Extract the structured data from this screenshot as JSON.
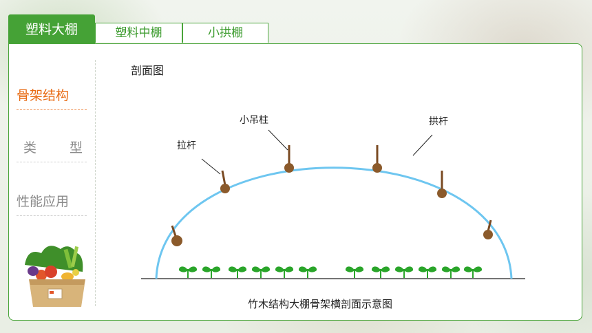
{
  "tabs": [
    {
      "label": "塑料大棚",
      "active": true
    },
    {
      "label": "塑料中棚",
      "active": false
    },
    {
      "label": "小拱棚",
      "active": false
    }
  ],
  "sidebar": {
    "items": [
      {
        "label": "骨架结构",
        "active": true
      },
      {
        "label_left": "类",
        "label_right": "型",
        "active": false
      },
      {
        "label": "性能应用",
        "active": false
      }
    ]
  },
  "main": {
    "section_title": "剖面图",
    "caption": "竹木结构大棚骨架横剖面示意图",
    "labels": {
      "tie_bar": "拉杆",
      "small_post": "小吊柱",
      "arch_bar": "拱杆"
    }
  },
  "colors": {
    "accent_green": "#45a236",
    "active_orange": "#e86b14",
    "arch_blue": "#6ec6f0",
    "post_brown": "#8b5a2b",
    "seedling_green": "#2aa52a"
  },
  "icons": {
    "vegetable_basket": "vegetable-basket-icon",
    "seedling": "seedling-icon"
  }
}
